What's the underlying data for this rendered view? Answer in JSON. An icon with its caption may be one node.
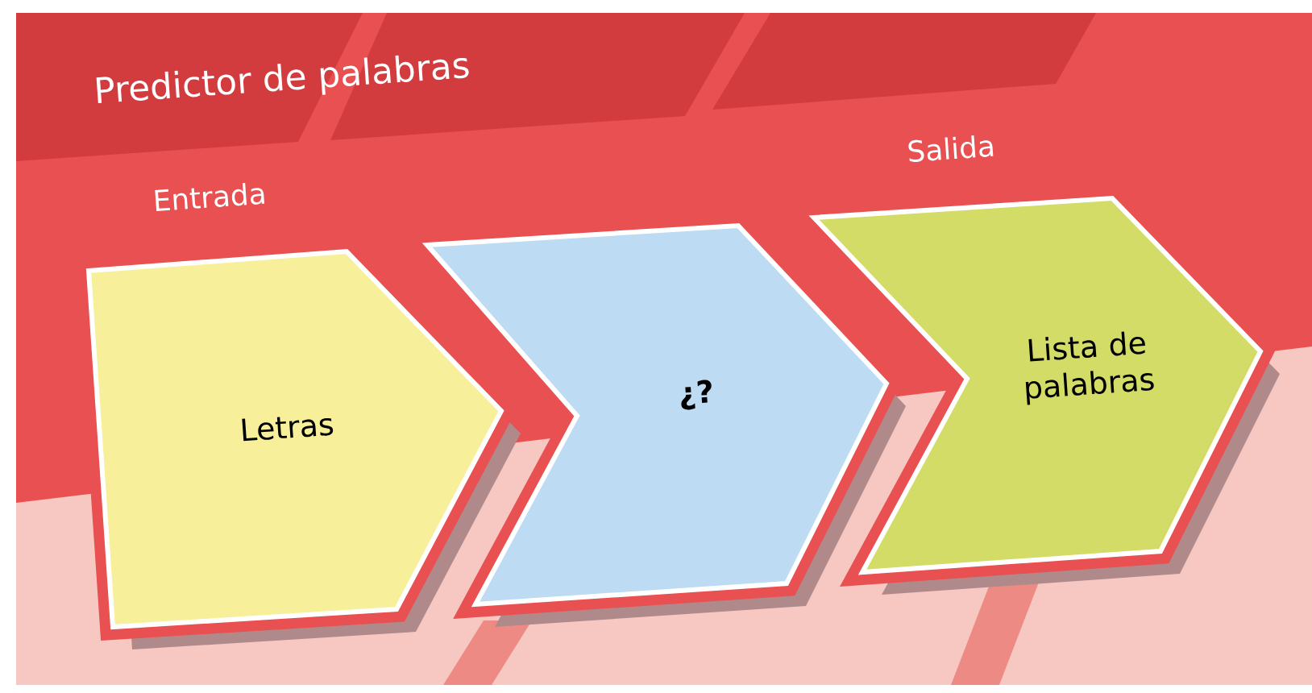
{
  "diagram": {
    "title": "Predictor de palabras",
    "nodes": [
      {
        "text": [
          "Letras"
        ],
        "beside": [
          "Entrada"
        ]
      },
      {
        "text": [
          "¿?"
        ]
      },
      {
        "text": [
          "Lista de palabras"
        ],
        "beside": [
          "Salida"
        ]
      }
    ]
  }
}
